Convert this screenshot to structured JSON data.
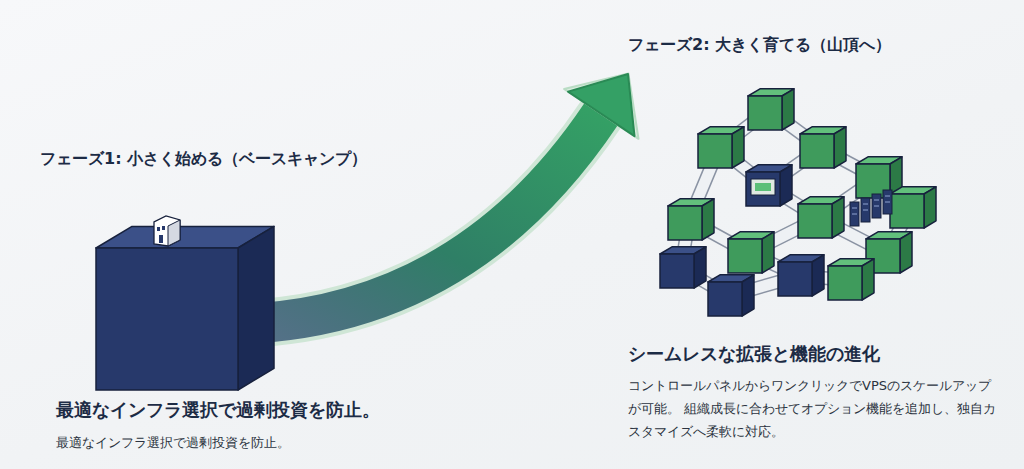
{
  "diagram": {
    "nodes": [
      {
        "text": [
          "フェーズ1: 小さく始める（ベースキャンプ）",
          "最適なインフラ選択で過剰投資を防止。",
          "最適なインフラ選択で過剰投資を防止。"
        ]
      },
      {
        "text": [
          "フェーズ2: 大きく育てる（山頂へ）",
          "シームレスな拡張と機能の進化",
          "コントロールパネルからワンクリックでVPSのスケールアップが可能。 組織成長に合わせてオプション機能を追加し、独自カスタマイズへ柔軟に対応。"
        ]
      }
    ],
    "edges": [
      {
        "from": 0,
        "to": 1,
        "arrow": "to"
      }
    ]
  }
}
